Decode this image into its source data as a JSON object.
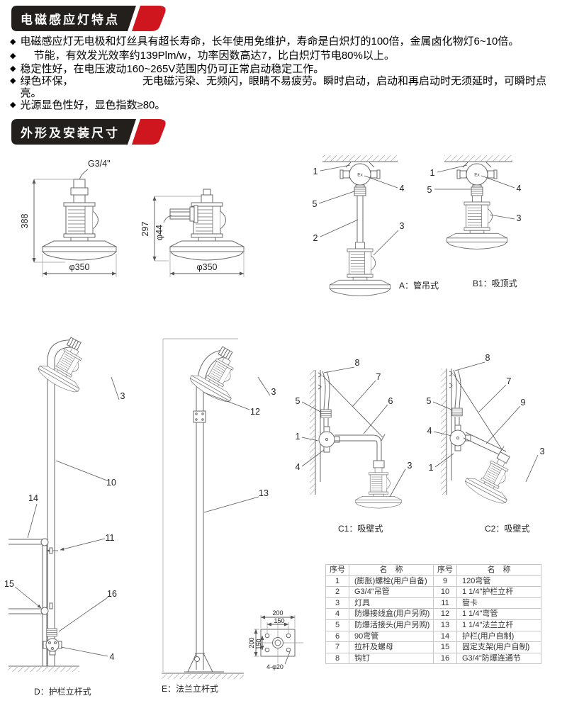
{
  "page": {
    "bullet_char": "◆"
  },
  "sections": {
    "features_title": "电磁感应灯特点",
    "dimensions_title": "外形及安装尺寸"
  },
  "features": [
    "电磁感应灯无电极和灯丝具有超长寿命，长年使用免维护，寿命是白炽灯的100倍，金属卤化物灯6~10倍。",
    "　 节能，有效发光效率约139Plm/w，功率因数高达7，比白炽灯节电80%以上。",
    "稳定性好，在电压波动160~265V范围内仍可正常启动稳定工作。",
    "绿色环保，　　　　　　　无电磁污染、无频闪，眼睛不易疲劳。瞬时启动，启动和再启动时无须延时，可瞬时点亮。",
    "光源显色性好，显色指数≥80。"
  ],
  "dim_front": {
    "thread": "G3/4\"",
    "height": "388",
    "diameter": "φ350"
  },
  "dim_side": {
    "height": "297",
    "arm": "φ44",
    "diameter": "φ350"
  },
  "install_a": {
    "caption": "A：管吊式",
    "box_mark": "Ex",
    "k1": "1",
    "k2": "2",
    "k3": "3",
    "k4": "4",
    "k5": "5"
  },
  "install_b1": {
    "caption": "B1：吸顶式",
    "box_mark": "Ex",
    "k1": "1",
    "k3": "3",
    "k4": "4",
    "k5": "5"
  },
  "install_c1": {
    "caption": "C1：吸壁式",
    "k1": "1",
    "k3": "3",
    "k4": "4",
    "k5": "5",
    "k6": "6",
    "k7": "7",
    "k8": "8"
  },
  "install_c2": {
    "caption": "C2：吸壁式",
    "k1": "1",
    "k3": "3",
    "k4": "4",
    "k5": "5",
    "k7": "7",
    "k8": "8",
    "k9": "9"
  },
  "install_d": {
    "caption": "D：护栏立杆式",
    "k3": "3",
    "k4": "4",
    "k10": "10",
    "k11": "11",
    "k14": "14",
    "k15": "15",
    "k16": "16"
  },
  "install_e": {
    "caption": "E：法兰立杆式",
    "k3": "3",
    "k12": "12",
    "k13": "13"
  },
  "flange_detail": {
    "width": "200",
    "bolt_spacing": "150",
    "height": "200",
    "bolt_spacing_v": "150",
    "holes": "4-φ20"
  },
  "parts_table": {
    "col_no": "序号",
    "col_name": "名　称",
    "rows": [
      [
        "1",
        "(膨胀)螺栓(用户自备)",
        "9",
        "120弯管"
      ],
      [
        "2",
        "G3/4\"吊管",
        "10",
        "1 1/4\"护栏立杆"
      ],
      [
        "3",
        "灯具",
        "11",
        "管卡"
      ],
      [
        "4",
        "防爆接线盒(用户另购)",
        "12",
        "1 1/4\"弯管"
      ],
      [
        "5",
        "防爆活接头(用户另购)",
        "13",
        "1 1/4\"法兰立杆"
      ],
      [
        "6",
        "90弯管",
        "14",
        "护栏(用户自制)"
      ],
      [
        "7",
        "拉杆及螺母",
        "15",
        "固定支架(用户自制)"
      ],
      [
        "8",
        "钩钉",
        "16",
        "G3/4\"防爆连通节"
      ]
    ]
  }
}
